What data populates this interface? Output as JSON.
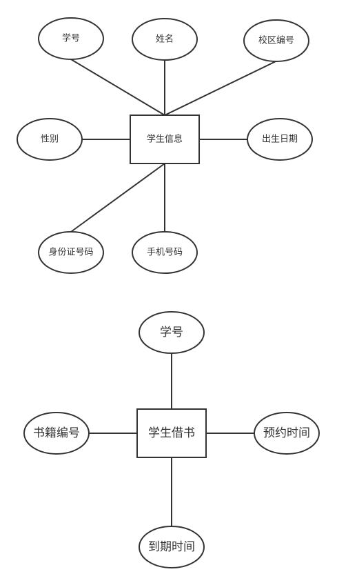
{
  "diagram1": {
    "entity": "学生信息",
    "attributes": {
      "id": "学号",
      "name": "姓名",
      "campus": "校区编号",
      "gender": "性别",
      "birth": "出生日期",
      "idcard": "身份证号码",
      "phone": "手机号码"
    }
  },
  "diagram2": {
    "entity": "学生借书",
    "attributes": {
      "student": "学号",
      "book": "书籍编号",
      "reserve": "预约时间",
      "due": "到期时间"
    }
  },
  "colors": {
    "stroke": "#333333",
    "fill": "#ffffff",
    "text": "#333333"
  }
}
